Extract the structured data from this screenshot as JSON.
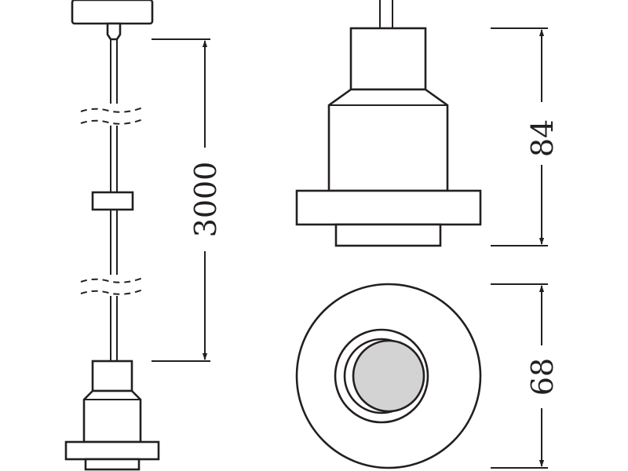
{
  "dimensions": {
    "cable_length": "3000",
    "socket_height": "84",
    "socket_diameter": "68"
  },
  "colors": {
    "line": "#231f20",
    "lamp_face": "#d3d3d3",
    "background": "#ffffff"
  }
}
